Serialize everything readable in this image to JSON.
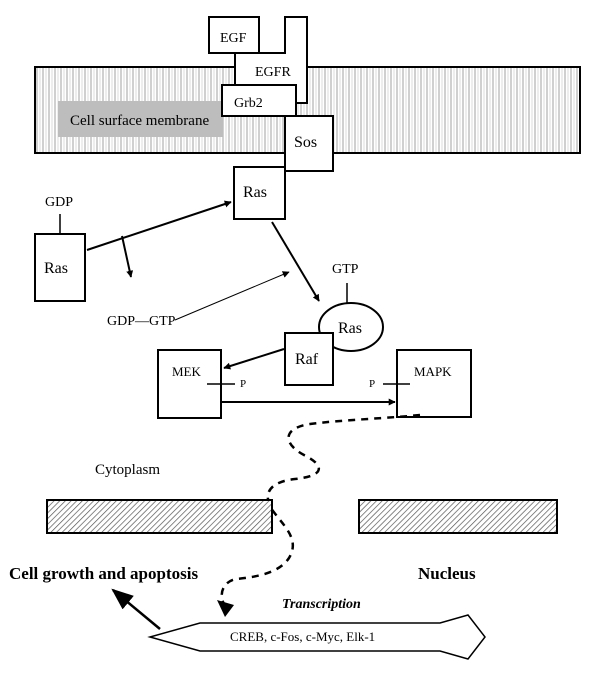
{
  "labels": {
    "egf": "EGF",
    "egfr": "EGFR",
    "grb2": "Grb2",
    "membrane": "Cell surface membrane",
    "sos": "Sos",
    "ras_active": "Ras",
    "gdp": "GDP",
    "ras_gdp": "Ras",
    "gdp_gtp": "GDP—GTP",
    "gtp": "GTP",
    "ras_gtp": "Ras",
    "raf": "Raf",
    "mek": "MEK",
    "mek_p": "P",
    "mapk": "MAPK",
    "mapk_p": "P",
    "cytoplasm": "Cytoplasm",
    "nucleus": "Nucleus",
    "cell_growth": "Cell growth and apoptosis",
    "transcription": "Transcription",
    "factors": "CREB, c-Fos, c-Myc, Elk-1"
  }
}
